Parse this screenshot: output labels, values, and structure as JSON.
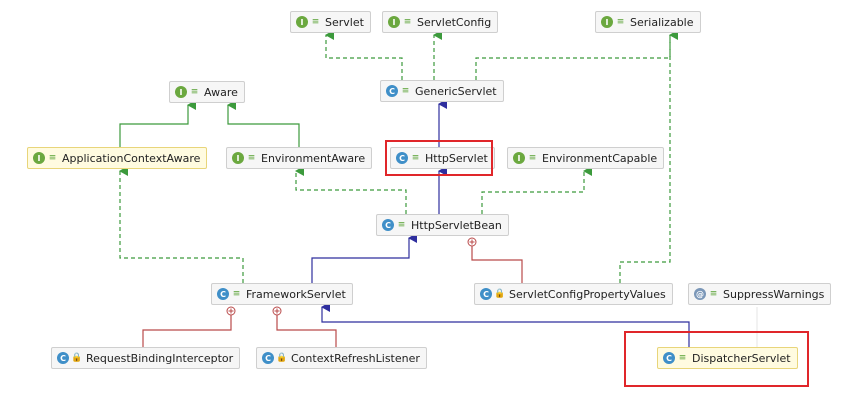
{
  "nodes": {
    "servlet": {
      "label": "Servlet",
      "kind": "I",
      "vis": "public",
      "color": "gray"
    },
    "servletconfig": {
      "label": "ServletConfig",
      "kind": "I",
      "vis": "public",
      "color": "gray"
    },
    "serializable": {
      "label": "Serializable",
      "kind": "I",
      "vis": "public",
      "color": "gray"
    },
    "genericservlet": {
      "label": "GenericServlet",
      "kind": "C",
      "vis": "public",
      "color": "gray"
    },
    "aware": {
      "label": "Aware",
      "kind": "I",
      "vis": "public",
      "color": "gray"
    },
    "appctxaware": {
      "label": "ApplicationContextAware",
      "kind": "I",
      "vis": "public",
      "color": "yellow"
    },
    "envaware": {
      "label": "EnvironmentAware",
      "kind": "I",
      "vis": "public",
      "color": "gray"
    },
    "httpservlet": {
      "label": "HttpServlet",
      "kind": "C",
      "vis": "public",
      "color": "gray"
    },
    "envcapable": {
      "label": "EnvironmentCapable",
      "kind": "I",
      "vis": "public",
      "color": "gray"
    },
    "httpservletbean": {
      "label": "HttpServletBean",
      "kind": "C",
      "vis": "public",
      "color": "gray"
    },
    "frameworkservlet": {
      "label": "FrameworkServlet",
      "kind": "C",
      "vis": "public",
      "color": "gray"
    },
    "scpv": {
      "label": "ServletConfigPropertyValues",
      "kind": "C",
      "vis": "private",
      "color": "gray"
    },
    "suppress": {
      "label": "SuppressWarnings",
      "kind": "@",
      "vis": "public",
      "color": "gray"
    },
    "rbi": {
      "label": "RequestBindingInterceptor",
      "kind": "C",
      "vis": "private",
      "color": "gray"
    },
    "crl": {
      "label": "ContextRefreshListener",
      "kind": "C",
      "vis": "private",
      "color": "gray"
    },
    "dispatcher": {
      "label": "DispatcherServlet",
      "kind": "C",
      "vis": "public",
      "color": "yellow"
    }
  },
  "highlighted": [
    "httpservlet",
    "dispatcher"
  ],
  "colors": {
    "extends": "#2e2e9e",
    "implements": "#3c9a3c",
    "inner": "#b94a4a",
    "highlight": "#e0262a"
  }
}
